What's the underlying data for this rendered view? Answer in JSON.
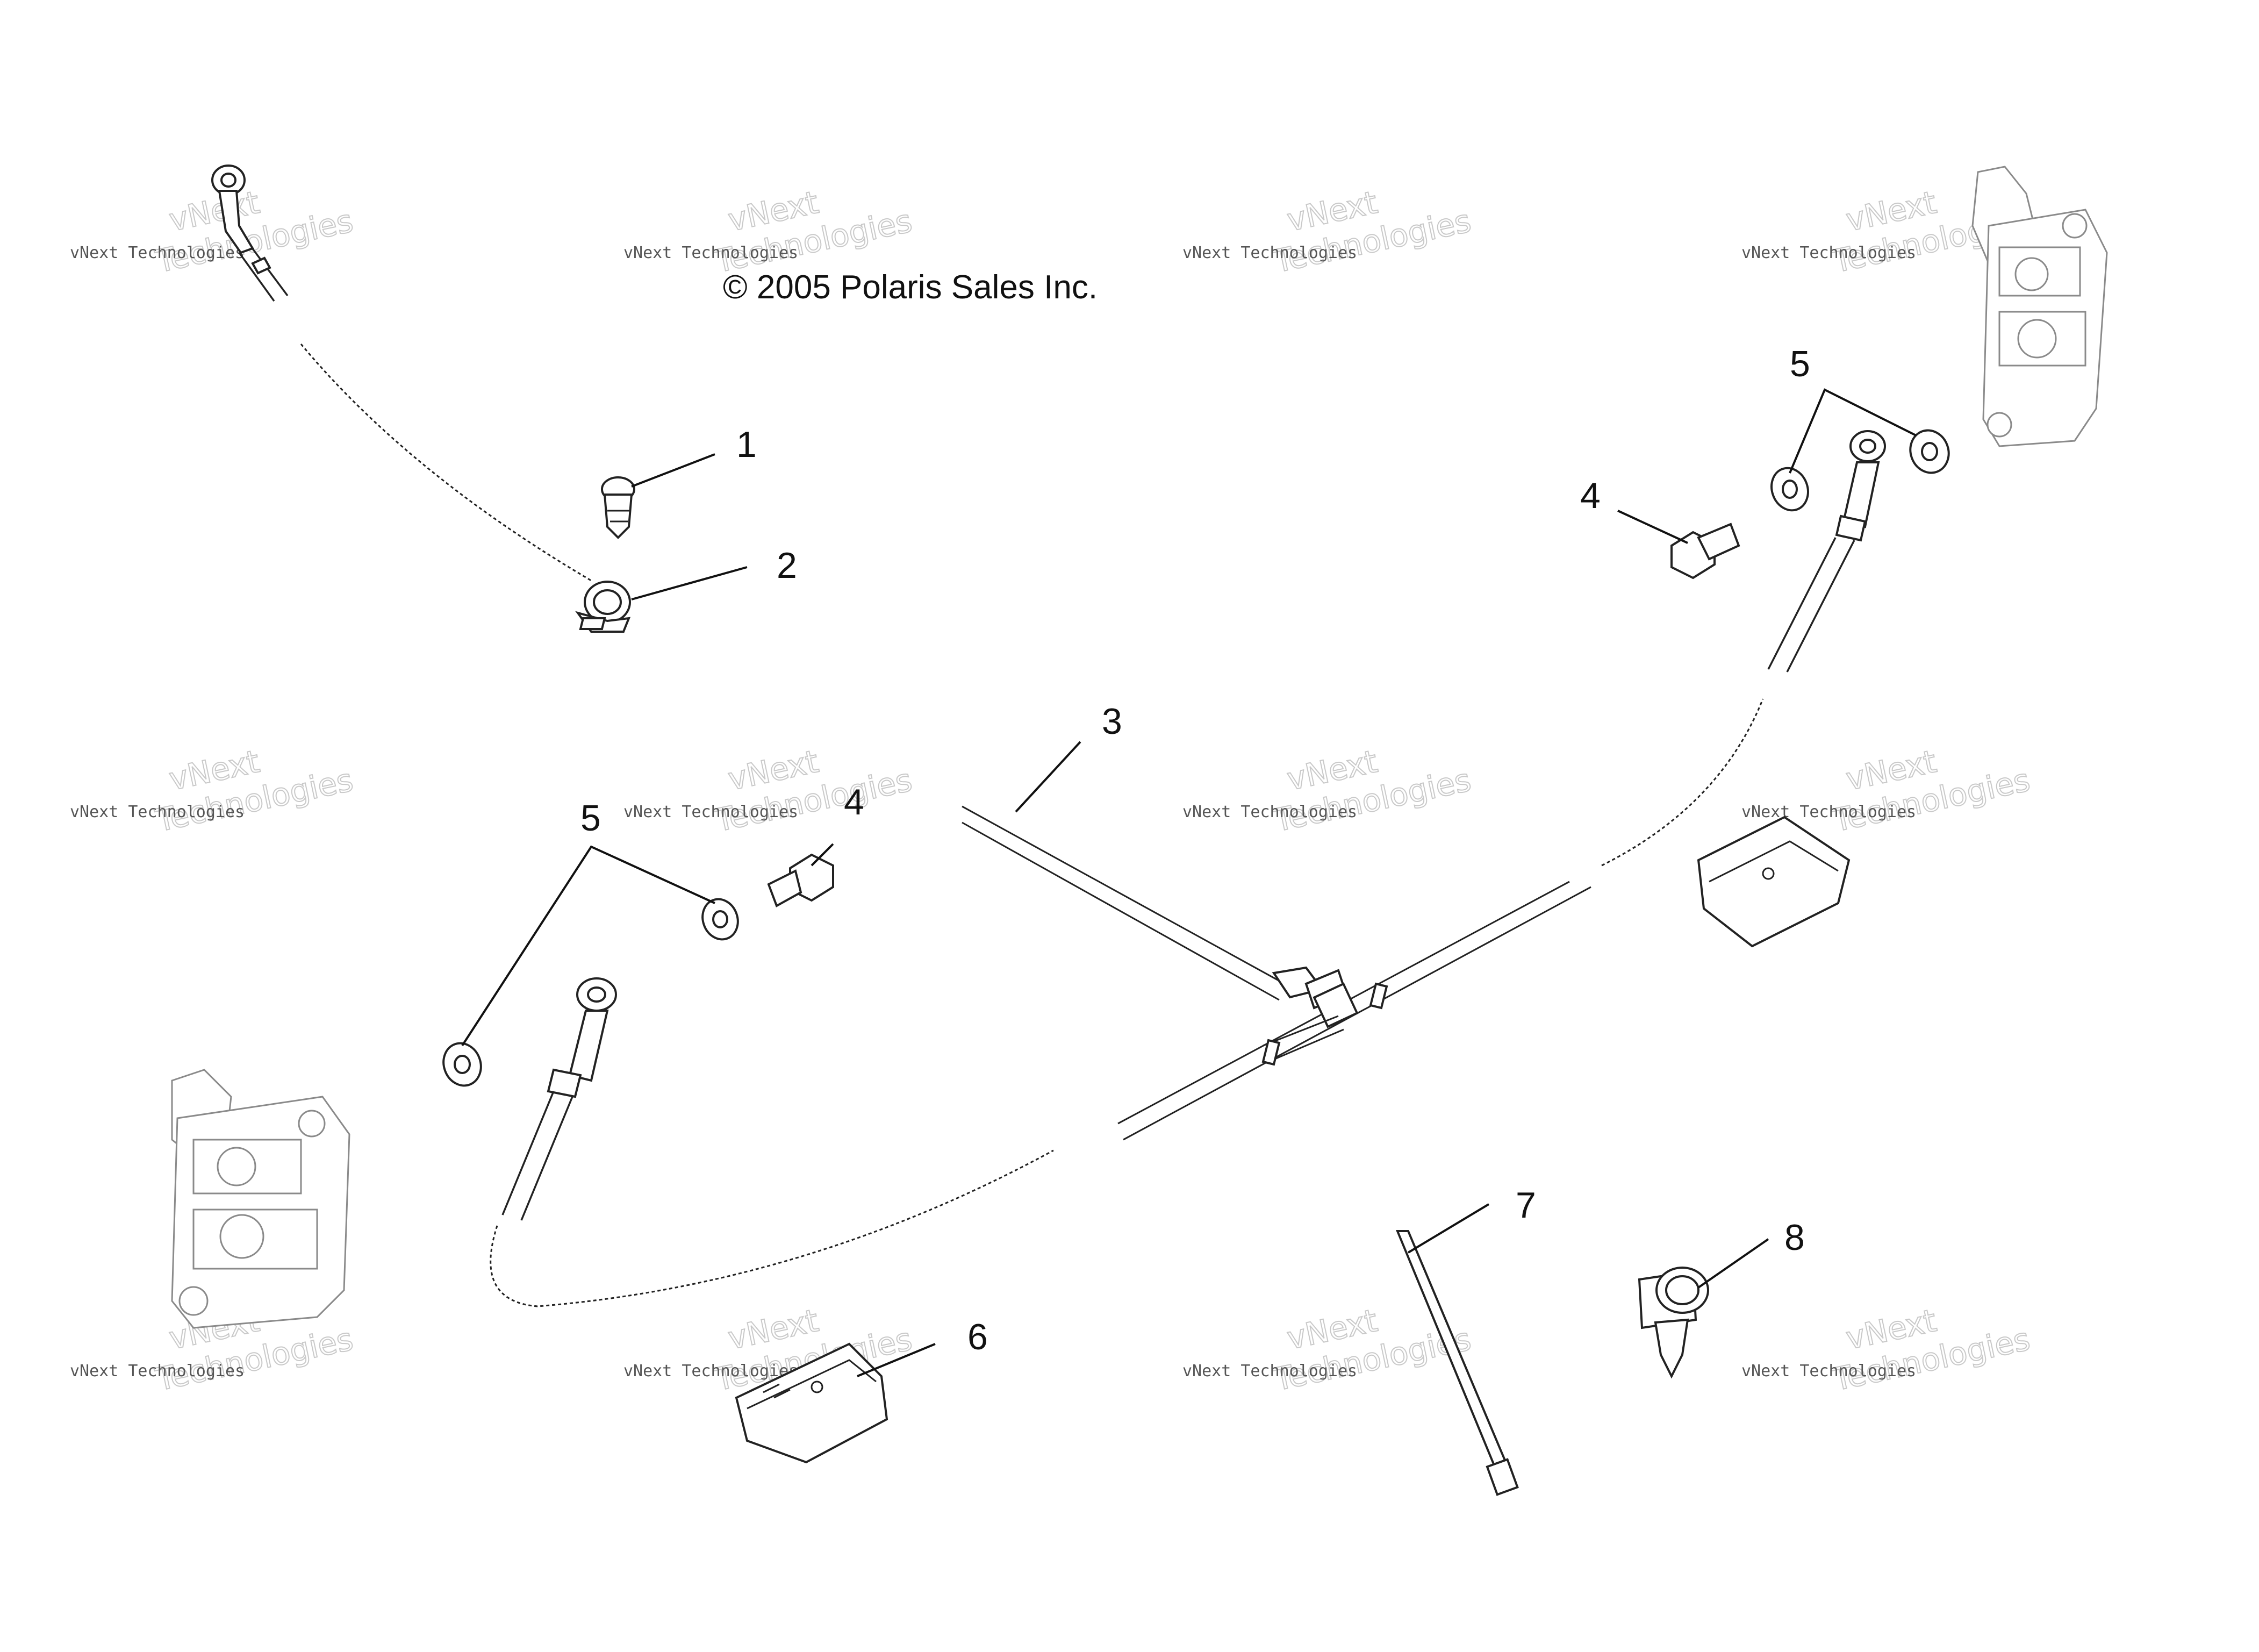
{
  "copyright": "© 2005 Polaris Sales Inc.",
  "watermark": {
    "line1": "vNext",
    "line2": "Technologies",
    "small": "vNext Technologies"
  },
  "callouts": {
    "c1": "1",
    "c2": "2",
    "c3": "3",
    "c4a": "4",
    "c4b": "4",
    "c5a": "5",
    "c5b": "5",
    "c6": "6",
    "c7": "7",
    "c8": "8"
  }
}
